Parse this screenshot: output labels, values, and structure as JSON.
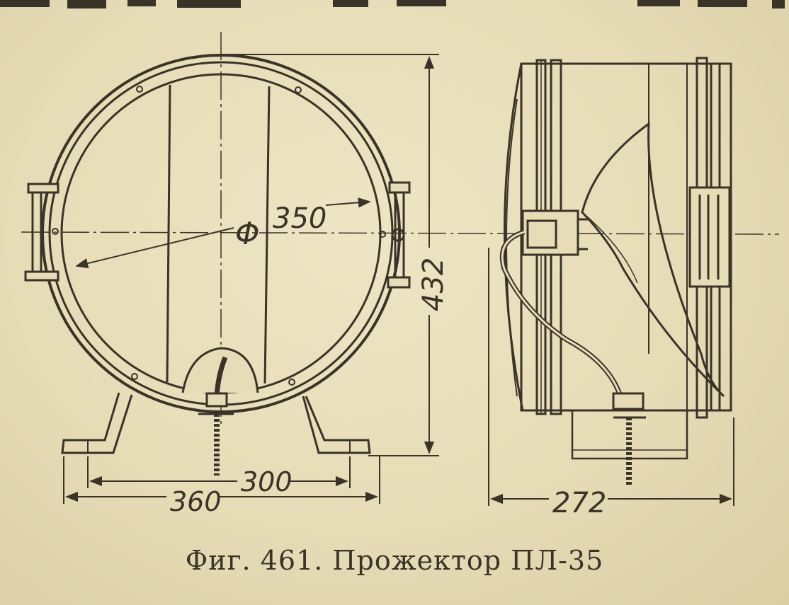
{
  "figure": {
    "caption": "Фиг. 461. Прожектор ПЛ-35"
  },
  "dimensions": {
    "phi_symbol": "Φ",
    "lens_diameter": "350",
    "total_height": "432",
    "base_width": "360",
    "mount_hole_spacing": "300",
    "depth": "272"
  },
  "colors": {
    "paper": "#e6dcb6",
    "ink": "#3a3328"
  }
}
